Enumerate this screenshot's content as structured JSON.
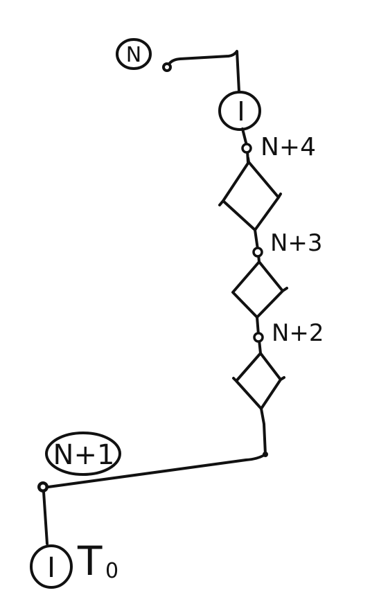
{
  "diagram": {
    "style": "hand-drawn sketch",
    "ink_color": "#111111",
    "background_color": "#ffffff",
    "nodes": {
      "n": {
        "label": "N"
      },
      "n_plus_4": {
        "label": "N+4"
      },
      "n_plus_3": {
        "label": "N+3"
      },
      "n_plus_2": {
        "label": "N+2"
      },
      "n_plus_1": {
        "label": "N+1"
      }
    },
    "source_top": {
      "symbol": "I"
    },
    "source_bottom": {
      "symbol": "I",
      "label": "T",
      "subscript": "0"
    },
    "components": [
      {
        "shape": "diamond"
      },
      {
        "shape": "diamond"
      },
      {
        "shape": "diamond"
      }
    ]
  }
}
